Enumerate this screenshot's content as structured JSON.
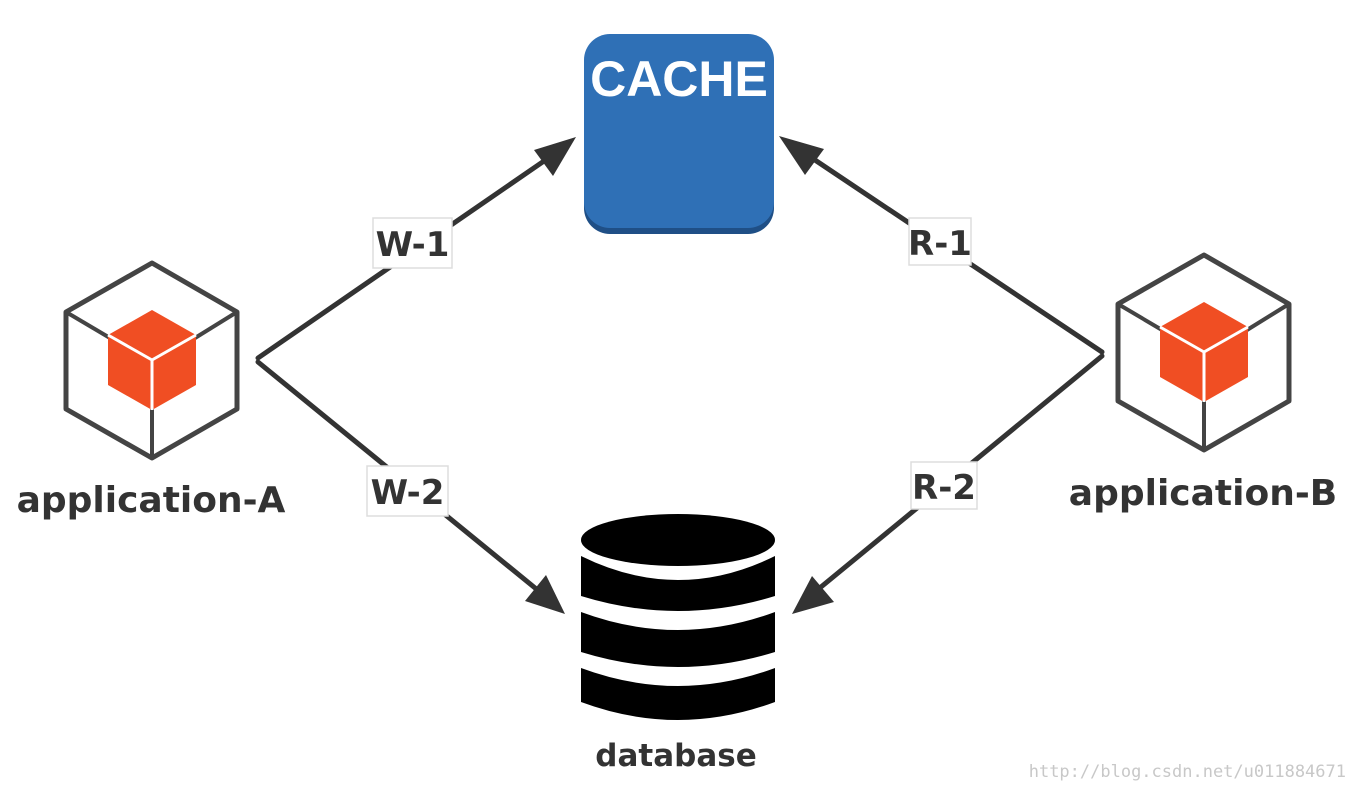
{
  "cache": {
    "label": "CACHE",
    "color": "#2f70b6",
    "shadow_color": "#1f4f86"
  },
  "database": {
    "label": "database",
    "icon": "database-icon"
  },
  "application_a": {
    "label": "application-A",
    "icon": "application-cube-icon"
  },
  "application_b": {
    "label": "application-B",
    "icon": "application-cube-icon"
  },
  "edges": {
    "w1": "W-1",
    "w2": "W-2",
    "r1": "R-1",
    "r2": "R-2"
  },
  "colors": {
    "line": "#333333",
    "cube_outline": "#444444",
    "cube_accent": "#f04e23",
    "cube_accent_dark": "#d23c14",
    "db_fill": "#000000"
  },
  "watermark": "http://blog.csdn.net/u011884671"
}
